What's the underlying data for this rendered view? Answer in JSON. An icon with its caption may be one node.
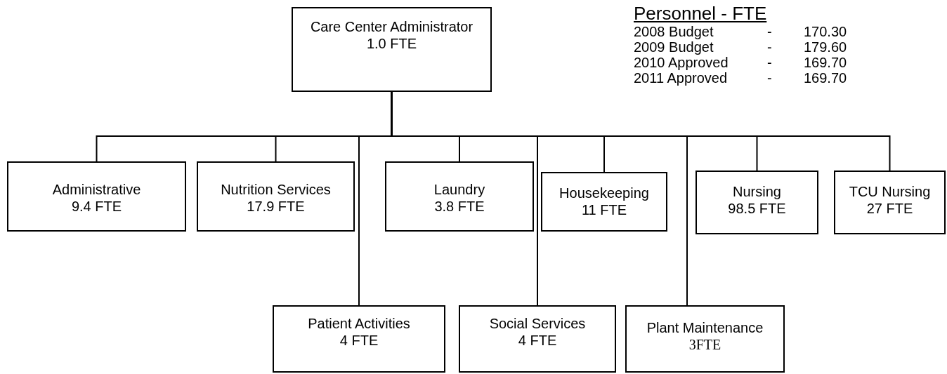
{
  "diagram": {
    "nodes": [
      {
        "text": [
          "Care Center Administrator",
          "1.0 FTE"
        ]
      },
      {
        "text": [
          "Administrative",
          "9.4 FTE"
        ]
      },
      {
        "text": [
          "Nutrition Services",
          "17.9 FTE"
        ]
      },
      {
        "text": [
          "Laundry",
          "3.8 FTE"
        ]
      },
      {
        "text": [
          "Housekeeping",
          "11 FTE"
        ]
      },
      {
        "text": [
          "Nursing",
          "98.5 FTE"
        ]
      },
      {
        "text": [
          "TCU Nursing",
          "27 FTE"
        ]
      },
      {
        "text": [
          "Patient Activities",
          "4 FTE"
        ]
      },
      {
        "text": [
          "Social Services",
          "4 FTE"
        ]
      },
      {
        "text": [
          "Plant Maintenance",
          "3FTE"
        ]
      }
    ],
    "edges": [
      {
        "from": 0,
        "to": 1,
        "arrow": "none"
      },
      {
        "from": 0,
        "to": 2,
        "arrow": "none"
      },
      {
        "from": 0,
        "to": 7,
        "arrow": "none"
      },
      {
        "from": 0,
        "to": 3,
        "arrow": "none"
      },
      {
        "from": 0,
        "to": 8,
        "arrow": "none"
      },
      {
        "from": 0,
        "to": 4,
        "arrow": "none"
      },
      {
        "from": 0,
        "to": 9,
        "arrow": "none"
      },
      {
        "from": 0,
        "to": 5,
        "arrow": "none"
      },
      {
        "from": 0,
        "to": 6,
        "arrow": "none"
      }
    ],
    "labels": [
      "Personnel - FTE",
      "2008 Budget",
      "-",
      "170.30",
      "2009 Budget",
      "-",
      "179.60",
      "2010 Approved",
      "-",
      "169.70",
      "2011 Approved",
      "-",
      "169.70"
    ]
  }
}
